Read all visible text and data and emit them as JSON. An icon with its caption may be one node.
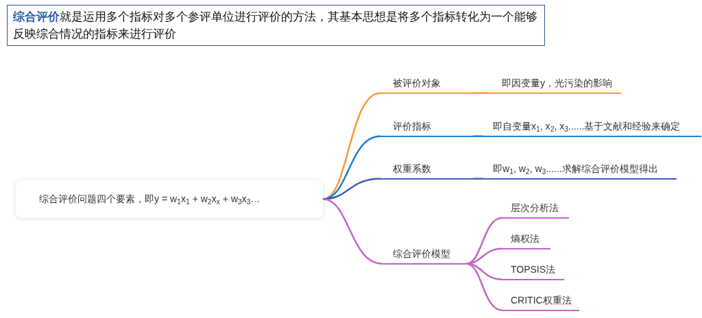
{
  "diagram": {
    "title": "**综合评价**就是运用多个指标对多个参评单位进行评价的方法，其基本思想是将多个指标转化为一个能够反映综合情况的指标来进行评价",
    "nodes": [
      {
        "text": [
          "综合评价问题四个要素，即y = w$_{1}$x$_{1}$ + w$_{2}$x$_{x}$ + w$_{3}$x$_{3}$…"
        ]
      },
      {
        "text": [
          "被评价对象"
        ]
      },
      {
        "text": [
          "即因变量y，光污染的影响"
        ]
      },
      {
        "text": [
          "评价指标"
        ]
      },
      {
        "text": [
          "即自变量x$_{1}$, x$_{2}$, x$_{3}$......基于文献和经验来确定"
        ]
      },
      {
        "text": [
          "权重系数"
        ]
      },
      {
        "text": [
          "即w$_{1}$, w$_{2}$, w$_{3}$......求解综合评价模型得出"
        ]
      },
      {
        "text": [
          "综合评价模型"
        ]
      },
      {
        "text": [
          "层次分析法"
        ]
      },
      {
        "text": [
          "熵权法"
        ]
      },
      {
        "text": [
          "TOPSIS法"
        ]
      },
      {
        "text": [
          "CRITIC权重法"
        ]
      }
    ],
    "edges": [
      {
        "from": 0,
        "to": 1,
        "arrow": "none",
        "color": "#f39a3c"
      },
      {
        "from": 1,
        "to": 2,
        "arrow": "none",
        "color": "#f39a3c"
      },
      {
        "from": 0,
        "to": 3,
        "arrow": "none",
        "color": "#1a7fd0"
      },
      {
        "from": 3,
        "to": 4,
        "arrow": "none",
        "color": "#1a7fd0"
      },
      {
        "from": 0,
        "to": 5,
        "arrow": "none",
        "color": "#3d5cc2"
      },
      {
        "from": 5,
        "to": 6,
        "arrow": "none",
        "color": "#3d5cc2"
      },
      {
        "from": 0,
        "to": 7,
        "arrow": "none",
        "color": "#c264c8"
      },
      {
        "from": 7,
        "to": 8,
        "arrow": "none",
        "color": "#c264c8"
      },
      {
        "from": 7,
        "to": 9,
        "arrow": "none",
        "color": "#c264c8"
      },
      {
        "from": 7,
        "to": 10,
        "arrow": "none",
        "color": "#c264c8"
      },
      {
        "from": 7,
        "to": 11,
        "arrow": "none",
        "color": "#c264c8"
      }
    ]
  }
}
